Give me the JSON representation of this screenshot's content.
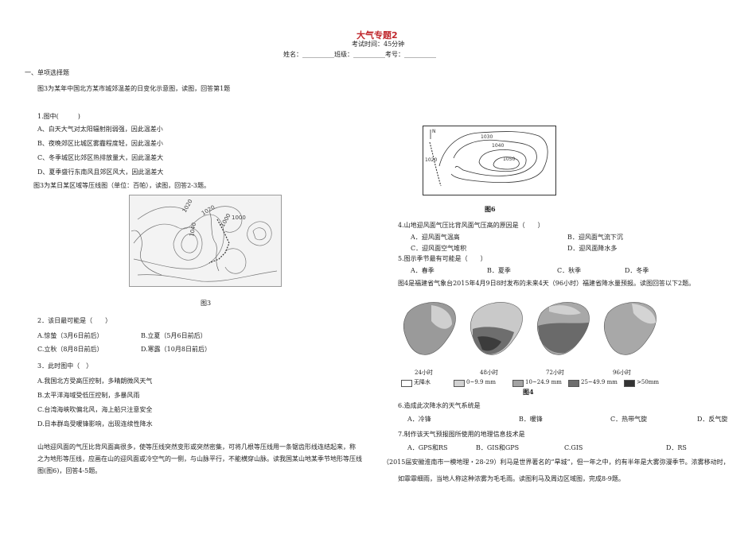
{
  "header": {
    "title": "大气专题2",
    "exam_time": "考试时间：45分钟",
    "info_line": "姓名：__________班级：__________考号：__________"
  },
  "left": {
    "section": "一、单项选择题",
    "intro1": "图3为某年中国北方某市城郊温差的日变化示意图，读图，回答第1题",
    "q1": {
      "stem": "1.图中(　　　)",
      "options": [
        "A、白天大气对太阳辐射削弱强，因此温差小",
        "B、夜晚郊区比城区雾霾程度轻，因此温差小",
        "C、冬季城区比郊区热排放量大，因此温差大",
        "D、夏季盛行东南风且郊区风大，因此温差大"
      ]
    },
    "intro2": "图3为某日某区域等压线图（单位：百帕），读图，回答2-3题。",
    "isobar_labels": [
      "1020",
      "1020",
      "1040",
      "1000",
      "1000"
    ],
    "fig3_caption": "图3",
    "q2": {
      "stem": "2．该日最可能是（　　）",
      "options": [
        "A.惊蛰（3月6日前后）",
        "B.立夏（5月6日前后）",
        "C.立秋（8月8日前后）",
        "D.寒露（10月8日前后）"
      ]
    },
    "q3": {
      "stem": "3．此时图中（　）",
      "options": [
        "A.我国北方受高压控制，多晴朗微风天气",
        "B.太平洋海域受低压控制，多暴风雨",
        "C.台湾海峡吹偏北风，海上船只注意安全",
        "D.日本群岛受暖锋影响，出现连续性降水"
      ]
    },
    "passage": [
      "山地迎风面的气压比背风面高很多，使等压线突然变形或突然密集，可将几根等压线用一条锯齿形线连结起来，称",
      "之为地形等压线，应画在山的迎风面或冷空气的一侧，与山脉平行，不能横穿山脉。读我国某山地某季节地形等压线",
      "图(图6)，回答4-5题。"
    ]
  },
  "right": {
    "fig6_labels": [
      "N",
      "1030",
      "1040",
      "1050",
      "1020"
    ],
    "fig6_caption": "图6",
    "q4": {
      "stem": "4.山地迎风面气压比背风面气压高的原因是（　　）",
      "options": [
        "A．迎风面气温高",
        "B．迎风面气流下沉",
        "C．迎风面空气堆积",
        "D．迎风面降水多"
      ]
    },
    "q5": {
      "stem": "5.图示季节最有可能是（　　）",
      "options": [
        "A．春季",
        "B．夏季",
        "C．秋季",
        "D．冬季"
      ]
    },
    "intro4": "图4是福建省气象台2015年4月9日8时发布的未来4天（96小时）福建省降水量预报。读图回答以下2题。",
    "map_labels": [
      "24小时",
      "48小时",
      "72小时",
      "96小时"
    ],
    "legend": [
      "无降水",
      "0~9.9 mm",
      "10~24.9 mm",
      "25~49.9 mm",
      ">50mm"
    ],
    "legend_colors": [
      "#ffffff",
      "#d2d2d2",
      "#a3a3a3",
      "#6e6e6e",
      "#333333"
    ],
    "fig4_caption": "图4",
    "q6": {
      "stem": "6.造成此次降水的天气系统是",
      "options": [
        "A．冷锋",
        "B．暖锋",
        "C．热带气旋",
        "D．反气旋"
      ]
    },
    "q7": {
      "stem": "7.制作该天气预报图所使用的地理信息技术是",
      "options": [
        "A．GPS和RS",
        "B．GIS和GPS",
        "C.GIS",
        "D．RS"
      ]
    },
    "passage": [
      "（2015届安徽淮南市一模地理・28-29）利马是世界著名的“旱城”，但一年之中，约有半年是大雾弥漫季节。浓雾移动时，",
      "如霏霏细雨，当地人称这种浓雾为毛毛雨。读图利马及周边区域图，完成8-9题。"
    ]
  }
}
